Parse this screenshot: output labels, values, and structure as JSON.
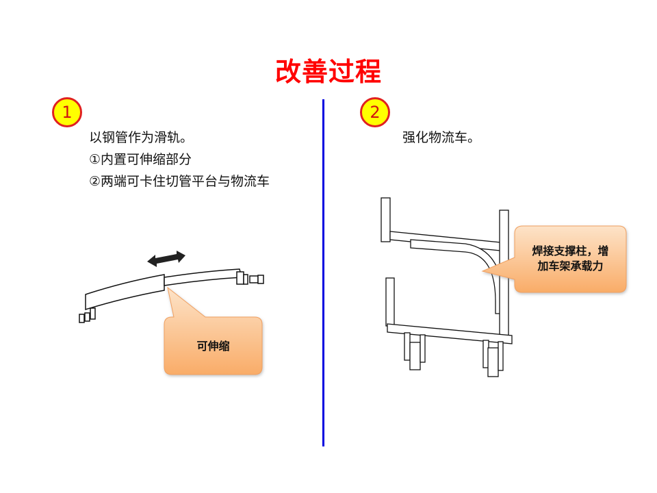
{
  "title": "改善过程",
  "left": {
    "badge": "1",
    "lines": [
      "以钢管作为滑轨。",
      "①内置可伸缩部分",
      "②两端可卡住切管平台与物流车"
    ],
    "callout": "可伸缩"
  },
  "right": {
    "badge": "2",
    "lines": [
      "强化物流车。"
    ],
    "callout_line1": "焊接支撑柱，增",
    "callout_line2": "加车架承载力"
  },
  "colors": {
    "title": "#ff0000",
    "divider": "#0000e0",
    "badge_fill": "#ffff00",
    "callout": "#fbc08a"
  }
}
